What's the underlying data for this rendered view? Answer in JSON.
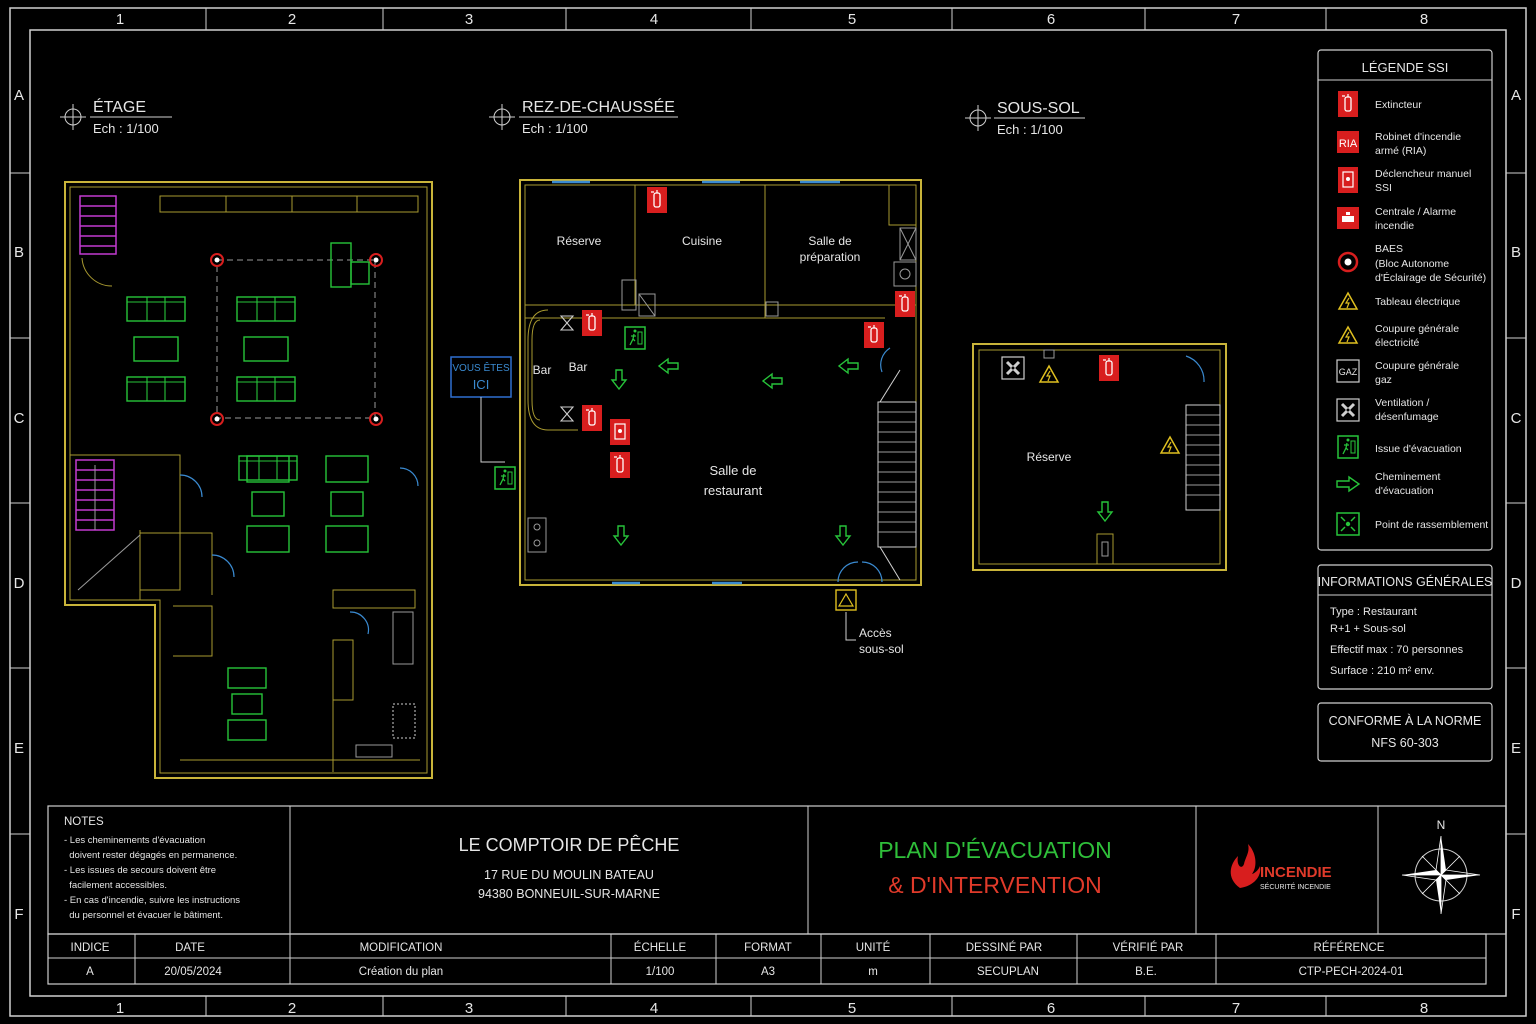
{
  "grid": {
    "cols": [
      "1",
      "2",
      "3",
      "4",
      "5",
      "6",
      "7",
      "8"
    ],
    "rows": [
      "A",
      "B",
      "C",
      "D",
      "E",
      "F"
    ]
  },
  "floors": {
    "etage": {
      "title": "ÉTAGE",
      "scale": "Ech : 1/100"
    },
    "rdc": {
      "title": "REZ-DE-CHAUSSÉE",
      "scale": "Ech : 1/100"
    },
    "sous_sol": {
      "title": "SOUS-SOL",
      "scale": "Ech : 1/100"
    }
  },
  "rooms": {
    "reserve": "Réserve",
    "cuisine": "Cuisine",
    "salle_prep_1": "Salle de",
    "salle_prep_2": "préparation",
    "bar_1": "Bar",
    "bar_2": "Bar",
    "salle_resto_1": "Salle de",
    "salle_resto_2": "restaurant",
    "reserve_ss": "Réserve"
  },
  "you_are_here": {
    "line1": "VOUS ÊTES",
    "line2": "ICI"
  },
  "acces": {
    "line1": "Accès",
    "line2": "sous-sol"
  },
  "legend": {
    "title": "LÉGENDE SSI",
    "items": [
      {
        "icon": "extinguisher-icon",
        "l1": "Extincteur",
        "l2": "",
        "l3": ""
      },
      {
        "icon": "ria-icon",
        "label": "RIA",
        "l1": "Robinet d'incendie",
        "l2": "armé (RIA)",
        "l3": ""
      },
      {
        "icon": "manual-call-point-icon",
        "l1": "Déclencheur manuel",
        "l2": "SSI",
        "l3": ""
      },
      {
        "icon": "fire-alarm-panel-icon",
        "l1": "Centrale / Alarme",
        "l2": "incendie",
        "l3": ""
      },
      {
        "icon": "baes-icon",
        "l1": "BAES",
        "l2": "(Bloc Autonome",
        "l3": "d'Éclairage de Sécurité)"
      },
      {
        "icon": "electrical-panel-icon",
        "l1": "Tableau électrique",
        "l2": "",
        "l3": ""
      },
      {
        "icon": "electric-cutoff-icon",
        "l1": "Coupure générale",
        "l2": "électricité",
        "l3": ""
      },
      {
        "icon": "gas-cutoff-icon",
        "label": "GAZ",
        "l1": "Coupure générale",
        "l2": "gaz",
        "l3": ""
      },
      {
        "icon": "ventilation-icon",
        "l1": "Ventilation /",
        "l2": "désenfumage",
        "l3": ""
      },
      {
        "icon": "emergency-exit-icon",
        "l1": "Issue d'évacuation",
        "l2": "",
        "l3": ""
      },
      {
        "icon": "evacuation-path-arrow-icon",
        "l1": "Cheminement",
        "l2": "d'évacuation",
        "l3": ""
      },
      {
        "icon": "assembly-point-icon",
        "l1": "Point de rassemblement",
        "l2": "",
        "l3": ""
      }
    ]
  },
  "info": {
    "title": "INFORMATIONS GÉNÉRALES",
    "lines": [
      "Type : Restaurant",
      "R+1 + Sous-sol",
      "Effectif max : 70 personnes",
      "Surface : 210 m² env."
    ]
  },
  "norme": {
    "line1": "CONFORME À LA NORME",
    "line2": "NFS 60-303"
  },
  "notes": {
    "title": "NOTES",
    "lines": [
      "- Les cheminements d'évacuation",
      "  doivent rester dégagés en permanence.",
      "- Les issues de secours doivent être",
      "  facilement accessibles.",
      "- En cas d'incendie, suivre les instructions",
      "  du personnel et évacuer le bâtiment."
    ]
  },
  "establishment": {
    "name": "LE COMPTOIR DE PÊCHE",
    "address1": "17 RUE DU MOULIN BATEAU",
    "address2": "94380 BONNEUIL-SUR-MARNE"
  },
  "plan_title": {
    "line1": "PLAN D'ÉVACUATION",
    "line2": "& D'INTERVENTION"
  },
  "logo": {
    "name": "INCENDIE",
    "tagline": "SÉCURITÉ INCENDIE"
  },
  "compass": {
    "north": "N"
  },
  "revisions": {
    "headers": [
      "INDICE",
      "DATE",
      "MODIFICATION",
      "ÉCHELLE",
      "FORMAT",
      "UNITÉ",
      "DESSINÉ PAR",
      "VÉRIFIÉ PAR",
      "RÉFÉRENCE"
    ],
    "row": [
      "A",
      "20/05/2024",
      "Création du plan",
      "1/100",
      "A3",
      "m",
      "SECUPLAN",
      "B.E.",
      "CTP-PECH-2024-01"
    ]
  },
  "colors": {
    "wall": "#c9b43a",
    "furniture": "#27c43a",
    "fire_red": "#d81e1e",
    "exit_green": "#27c43a",
    "title_green": "#2fbf3a",
    "title_red": "#e03a2a"
  }
}
